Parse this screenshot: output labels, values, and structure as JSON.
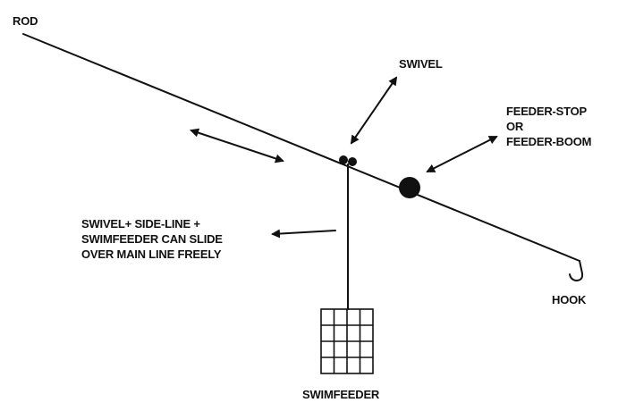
{
  "labels": {
    "rod": "ROD",
    "swivel": "SWIVEL",
    "feeder_stop": [
      "FEEDER-STOP",
      "OR",
      "FEEDER-BOOM"
    ],
    "slide_note": [
      "SWIVEL+ SIDE-LINE +",
      "SWIMFEEDER CAN SLIDE",
      "OVER MAIN LINE FREELY"
    ],
    "hook": "HOOK",
    "swimfeeder": "SWIMFEEDER"
  },
  "colors": {
    "ink": "#111111",
    "background": "#ffffff"
  }
}
